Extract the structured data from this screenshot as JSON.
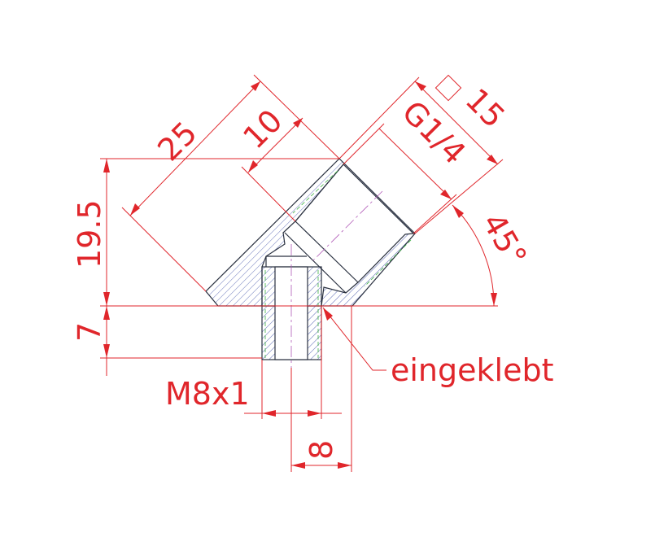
{
  "title": "Einschraubwinkel 45° drawing",
  "dimensions": {
    "d25": "25",
    "d10": "10",
    "d15": "15",
    "thread_g": "G1/4",
    "h195": "19.5",
    "h7": "7",
    "angle": "45°",
    "m8": "M8x1",
    "w8": "8"
  },
  "note": "eingeklebt",
  "colors": {
    "dimension": "#e0262b",
    "outline": "#2a3140",
    "hatch": "#5060b0"
  }
}
